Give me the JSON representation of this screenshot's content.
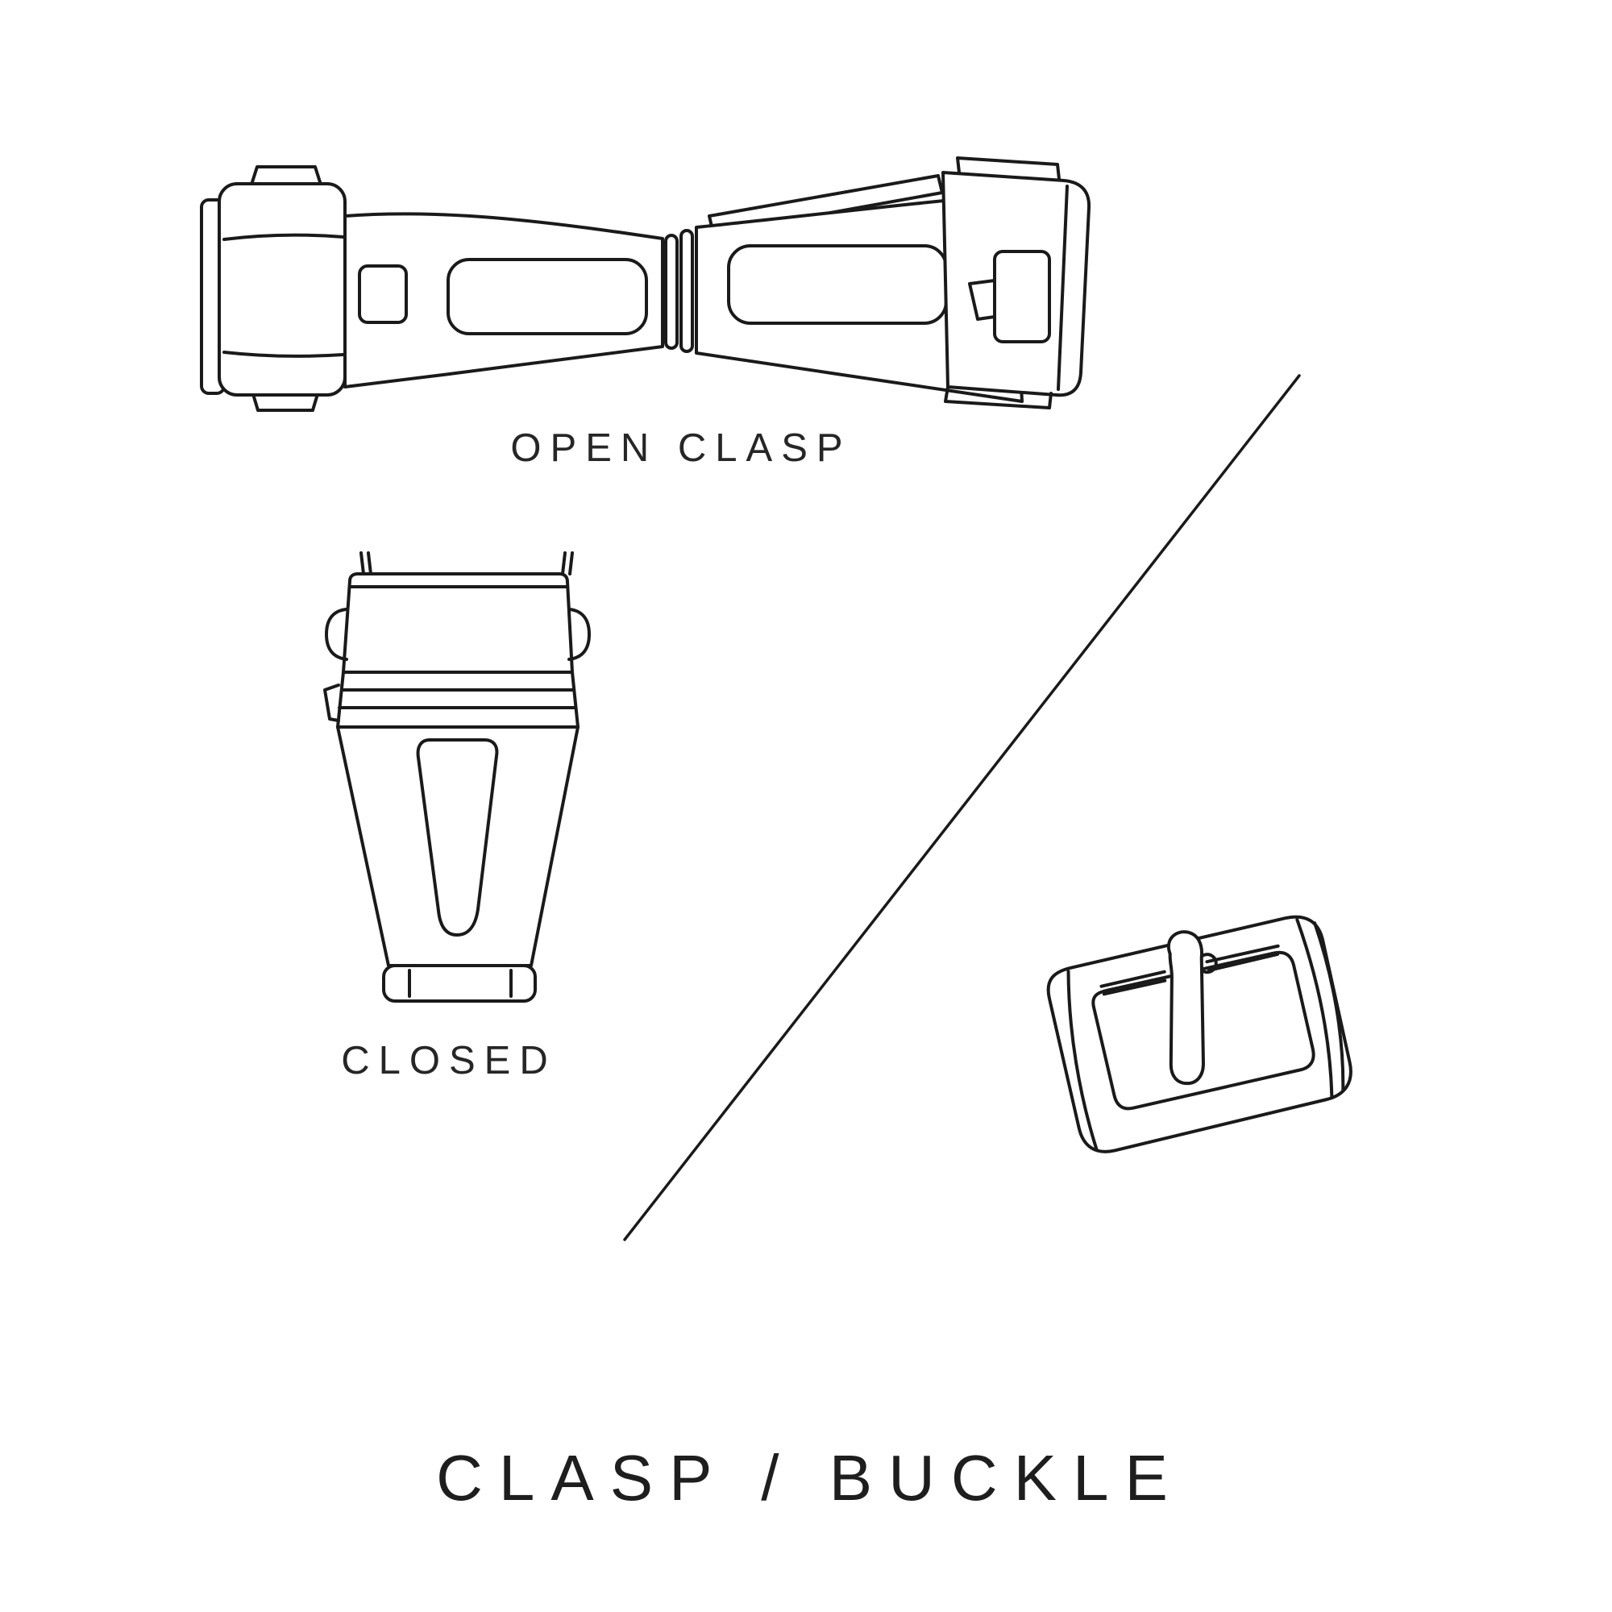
{
  "page": {
    "background_color": "#ffffff",
    "line_color": "#1a1a1a"
  },
  "labels": {
    "open_clasp": "OPEN CLASP",
    "closed": "CLOSED",
    "title": "CLASP / BUCKLE"
  },
  "illustrations": [
    {
      "name": "open-clasp",
      "caption": "OPEN CLASP",
      "description": "butterfly deployant clasp shown opened flat"
    },
    {
      "name": "closed-clasp",
      "caption": "CLOSED",
      "description": "deployant clasp shown folded closed, top view"
    },
    {
      "name": "pin-buckle",
      "caption": "",
      "description": "tang pin buckle with tongue"
    }
  ],
  "divider": {
    "type": "diagonal-line"
  }
}
